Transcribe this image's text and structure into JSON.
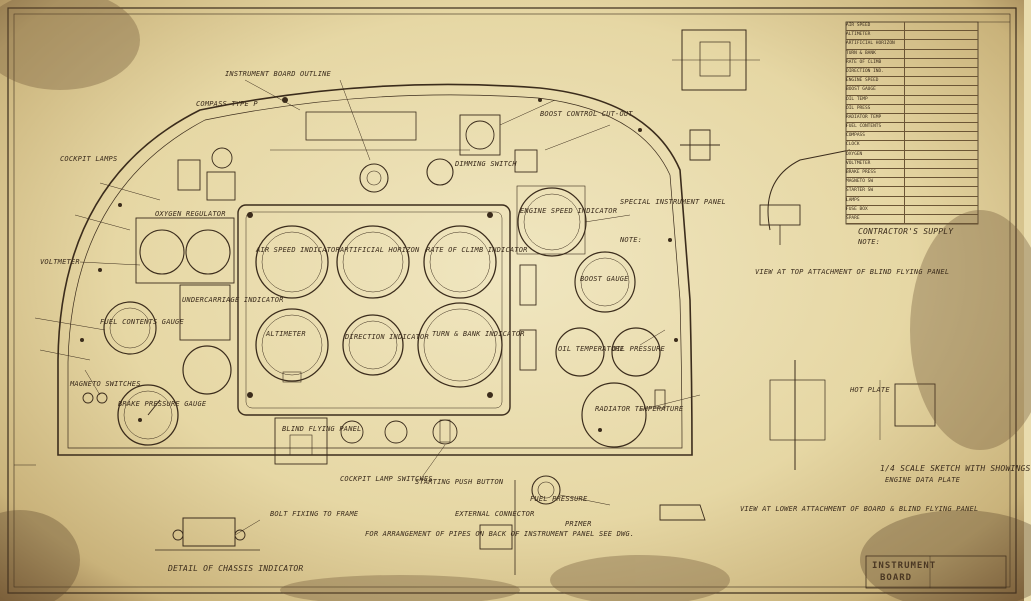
{
  "title_block": {
    "line1": "INSTRUMENT",
    "line2": "BOARD"
  },
  "labels": {
    "instr_board_outline": "INSTRUMENT BOARD OUTLINE",
    "cockpit_lamps": "COCKPIT LAMPS",
    "compass_type": "COMPASS TYPE P",
    "air_speed": "AIR SPEED INDICATOR",
    "artificial_horizon": "ARTIFICIAL HORIZON",
    "rate_of_climb": "RATE OF CLIMB INDICATOR",
    "altimeter": "ALTIMETER",
    "direction_indicator": "DIRECTION INDICATOR",
    "turn_bank": "TURN & BANK INDICATOR",
    "engine_speed": "ENGINE SPEED INDICATOR",
    "boost_gauge": "BOOST GAUGE",
    "oil_temp": "OIL TEMPERATURE",
    "oil_pressure": "OIL PRESSURE",
    "radiator_temp": "RADIATOR TEMPERATURE",
    "fuel_contents": "FUEL CONTENTS GAUGE",
    "magneto": "MAGNETO SWITCHES",
    "oxygen_reg": "OXYGEN REGULATOR",
    "brake_pressure": "BRAKE PRESSURE GAUGE",
    "special_instr": "SPECIAL INSTRUMENT PANEL",
    "blind_flying": "BLIND FLYING PANEL",
    "view_top": "VIEW AT TOP ATTACHMENT OF BLIND FLYING PANEL",
    "view_lower": "VIEW AT LOWER ATTACHMENT OF BOARD & BLIND FLYING PANEL",
    "contractor_supply": "CONTRACTOR'S SUPPLY",
    "notes": "NOTE:",
    "scale_note": "1/4 SCALE SKETCH WITH SHOWINGS",
    "starting_push": "STARTING PUSH BUTTON",
    "engine_data_plate": "ENGINE DATA PLATE",
    "undercarriage": "UNDERCARRIAGE INDICATOR",
    "dimming_switch": "DIMMING SWITCH",
    "boost_control": "BOOST CONTROL CUT-OUT",
    "fuel_pressure": "FUEL PRESSURE",
    "ext_connector": "EXTERNAL CONNECTOR",
    "hot_plate": "HOT PLATE",
    "cockpit_lamp_switch": "COCKPIT LAMP SWITCHES",
    "detail_chassis": "DETAIL OF CHASSIS INDICATOR",
    "for_arrangement": "FOR ARRANGEMENT OF PIPES ON BACK OF INSTRUMENT PANEL SEE DWG.",
    "fixing_note": "BOLT FIXING TO FRAME",
    "primer": "PRIMER",
    "voltmeter": "VOLTMETER"
  },
  "table_rows": [
    "AIR SPEED",
    "ALTIMETER",
    "ARTIFICIAL HORIZON",
    "TURN & BANK",
    "RATE OF CLIMB",
    "DIRECTION IND.",
    "ENGINE SPEED",
    "BOOST GAUGE",
    "OIL TEMP",
    "OIL PRESS",
    "RADIATOR TEMP",
    "FUEL CONTENTS",
    "COMPASS",
    "CLOCK",
    "OXYGEN",
    "VOLTMETER",
    "BRAKE PRESS",
    "MAGNETO SW",
    "STARTER SW",
    "LAMPS",
    "FUSE BOX",
    "SPARE"
  ],
  "colors": {
    "ink": "#3b2c1c",
    "paper": "#e9dcae",
    "stain": "#8e6f44"
  }
}
